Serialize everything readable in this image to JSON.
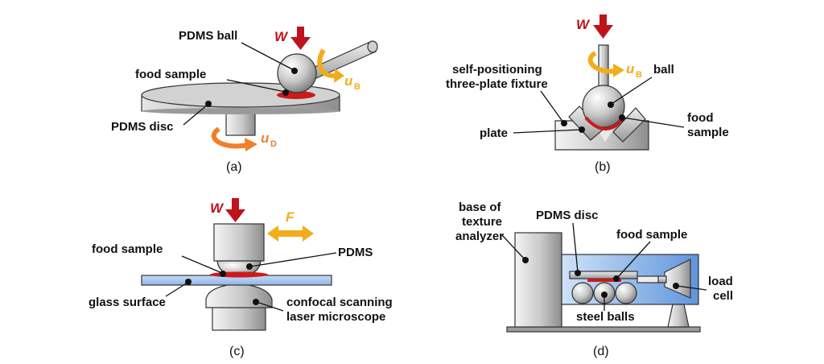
{
  "panels": {
    "a": {
      "caption": "(a)",
      "ball_label": "PDMS ball",
      "sample_label": "food sample",
      "disc_label": "PDMS disc",
      "load_symbol": "W",
      "ball_speed_symbol": "u",
      "ball_speed_sub": "B",
      "disc_speed_symbol": "u",
      "disc_speed_sub": "D"
    },
    "b": {
      "caption": "(b)",
      "fixture_label_line1": "self-positioning",
      "fixture_label_line2": "three-plate fixture",
      "ball_label": "ball",
      "plate_label": "plate",
      "sample_label_line1": "food",
      "sample_label_line2": "sample",
      "load_symbol": "W",
      "ball_speed_symbol": "u",
      "ball_speed_sub": "B"
    },
    "c": {
      "caption": "(c)",
      "sample_label": "food sample",
      "pdms_label": "PDMS",
      "glass_label": "glass surface",
      "microscope_label_line1": "confocal scanning",
      "microscope_label_line2": "laser microscope",
      "load_symbol": "W",
      "force_symbol": "F"
    },
    "d": {
      "caption": "(d)",
      "base_label_line1": "base of",
      "base_label_line2": "texture",
      "base_label_line3": "analyzer",
      "disc_label": "PDMS disc",
      "sample_label": "food sample",
      "load_cell_label_line1": "load",
      "load_cell_label_line2": "cell",
      "balls_label": "steel balls"
    }
  },
  "colors": {
    "load_arrow": "#c0121d",
    "motion_arrow": "#f2ad1b",
    "disc_arrow": "#f07f2a",
    "sample": "#cc1a1a",
    "glass": "#a9c8ef",
    "metal": "#bdbdbd"
  }
}
